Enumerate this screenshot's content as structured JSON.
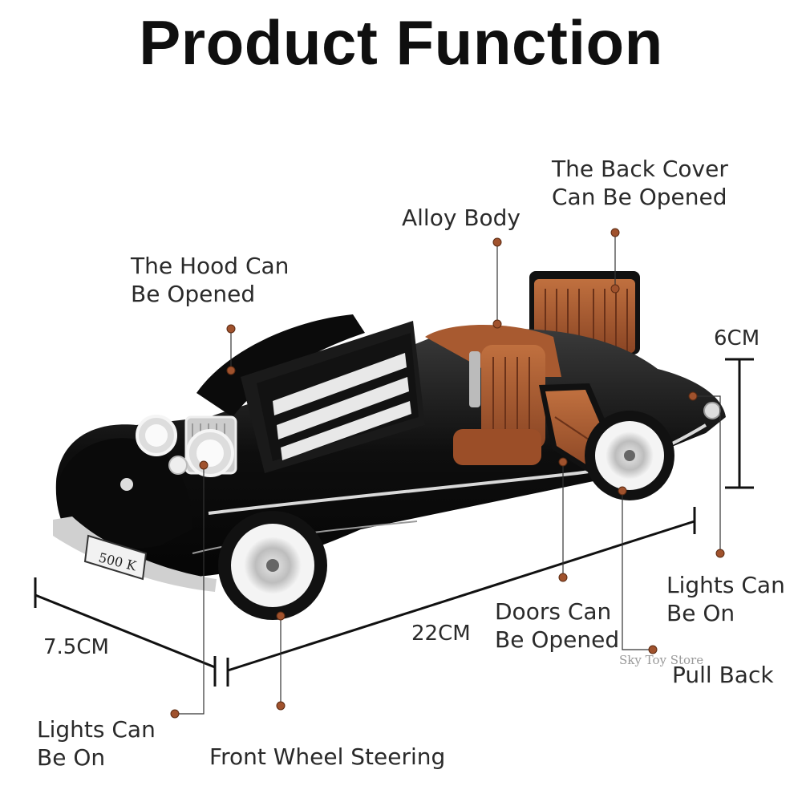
{
  "page": {
    "title": "Product Function",
    "watermark": "Sky Toy Store",
    "plate_text": "500 K",
    "accent_color": "#a0522d"
  },
  "features": {
    "hood": {
      "line1": "The Hood Can",
      "line2": "Be Opened"
    },
    "alloy": {
      "line1": "Alloy Body"
    },
    "back_cover": {
      "line1": "The Back Cover",
      "line2": "Can Be Opened"
    },
    "lights_rear": {
      "line1": "Lights Can",
      "line2": "Be On"
    },
    "doors": {
      "line1": "Doors Can",
      "line2": "Be Opened"
    },
    "pull_back": {
      "line1": "Pull Back"
    },
    "lights_front": {
      "line1": "Lights Can",
      "line2": "Be On"
    },
    "steering": {
      "line1": "Front Wheel Steering"
    }
  },
  "dimensions": {
    "height": "6CM",
    "length": "22CM",
    "width": "7.5CM"
  }
}
